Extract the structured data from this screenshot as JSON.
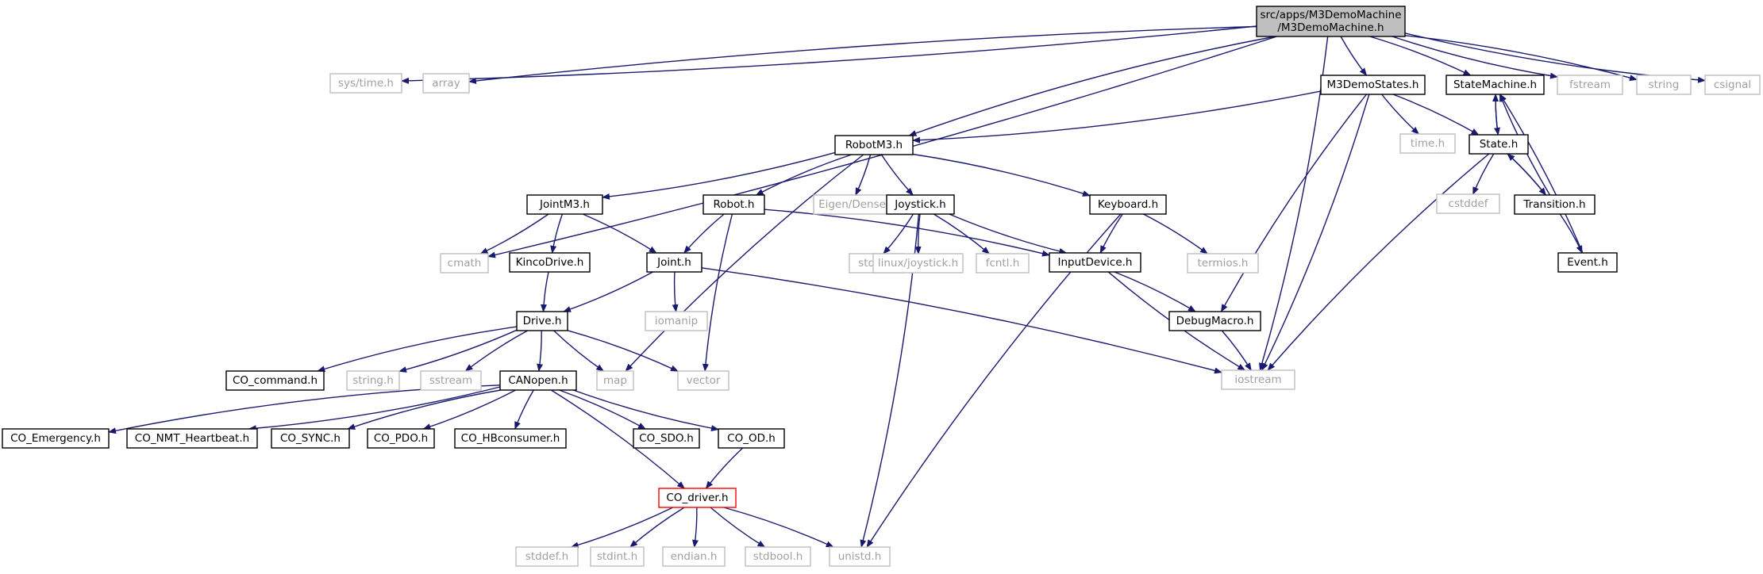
{
  "colors": {
    "edge": "#191970",
    "border_normal": "#000000",
    "border_external": "#bfbfbf",
    "border_truncated": "#ff0000",
    "root_fill": "#bfbfbf",
    "label_normal": "#000000",
    "label_external": "#a0a0a0"
  },
  "nodes": [
    {
      "id": "root",
      "label_lines": [
        "src/apps/M3DemoMachine",
        "/M3DemoMachine.h"
      ],
      "kind": "root"
    },
    {
      "id": "sys_time_h",
      "label_lines": [
        "sys/time.h"
      ],
      "kind": "external"
    },
    {
      "id": "array",
      "label_lines": [
        "array"
      ],
      "kind": "external"
    },
    {
      "id": "cmath",
      "label_lines": [
        "cmath"
      ],
      "kind": "external"
    },
    {
      "id": "RobotM3_h",
      "label_lines": [
        "RobotM3.h"
      ],
      "kind": "internal"
    },
    {
      "id": "iostream",
      "label_lines": [
        "iostream"
      ],
      "kind": "external"
    },
    {
      "id": "M3DemoStates_h",
      "label_lines": [
        "M3DemoStates.h"
      ],
      "kind": "internal"
    },
    {
      "id": "StateMachine_h",
      "label_lines": [
        "StateMachine.h"
      ],
      "kind": "internal"
    },
    {
      "id": "fstream",
      "label_lines": [
        "fstream"
      ],
      "kind": "external"
    },
    {
      "id": "string",
      "label_lines": [
        "string"
      ],
      "kind": "external"
    },
    {
      "id": "csignal",
      "label_lines": [
        "csignal"
      ],
      "kind": "external"
    },
    {
      "id": "time_h",
      "label_lines": [
        "time.h"
      ],
      "kind": "external"
    },
    {
      "id": "State_h",
      "label_lines": [
        "State.h"
      ],
      "kind": "internal"
    },
    {
      "id": "cstddef",
      "label_lines": [
        "cstddef"
      ],
      "kind": "external"
    },
    {
      "id": "Transition_h",
      "label_lines": [
        "Transition.h"
      ],
      "kind": "internal"
    },
    {
      "id": "Event_h",
      "label_lines": [
        "Event.h"
      ],
      "kind": "internal"
    },
    {
      "id": "JointM3_h",
      "label_lines": [
        "JointM3.h"
      ],
      "kind": "internal"
    },
    {
      "id": "Robot_h",
      "label_lines": [
        "Robot.h"
      ],
      "kind": "internal"
    },
    {
      "id": "Eigen_Dense",
      "label_lines": [
        "Eigen/Dense"
      ],
      "kind": "external"
    },
    {
      "id": "Joystick_h",
      "label_lines": [
        "Joystick.h"
      ],
      "kind": "internal"
    },
    {
      "id": "Keyboard_h",
      "label_lines": [
        "Keyboard.h"
      ],
      "kind": "internal"
    },
    {
      "id": "KincoDrive_h",
      "label_lines": [
        "KincoDrive.h"
      ],
      "kind": "internal"
    },
    {
      "id": "Joint_h",
      "label_lines": [
        "Joint.h"
      ],
      "kind": "internal"
    },
    {
      "id": "stdio_h",
      "label_lines": [
        "stdio.h"
      ],
      "kind": "external"
    },
    {
      "id": "linux_joystick_h",
      "label_lines": [
        "linux/joystick.h"
      ],
      "kind": "external"
    },
    {
      "id": "fcntl_h",
      "label_lines": [
        "fcntl.h"
      ],
      "kind": "external"
    },
    {
      "id": "InputDevice_h",
      "label_lines": [
        "InputDevice.h"
      ],
      "kind": "internal"
    },
    {
      "id": "termios_h",
      "label_lines": [
        "termios.h"
      ],
      "kind": "external"
    },
    {
      "id": "Drive_h",
      "label_lines": [
        "Drive.h"
      ],
      "kind": "internal"
    },
    {
      "id": "iomanip",
      "label_lines": [
        "iomanip"
      ],
      "kind": "external"
    },
    {
      "id": "DebugMacro_h",
      "label_lines": [
        "DebugMacro.h"
      ],
      "kind": "internal"
    },
    {
      "id": "CO_command_h",
      "label_lines": [
        "CO_command.h"
      ],
      "kind": "internal"
    },
    {
      "id": "string_h",
      "label_lines": [
        "string.h"
      ],
      "kind": "external"
    },
    {
      "id": "sstream",
      "label_lines": [
        "sstream"
      ],
      "kind": "external"
    },
    {
      "id": "CANopen_h",
      "label_lines": [
        "CANopen.h"
      ],
      "kind": "internal"
    },
    {
      "id": "map",
      "label_lines": [
        "map"
      ],
      "kind": "external"
    },
    {
      "id": "vector",
      "label_lines": [
        "vector"
      ],
      "kind": "external"
    },
    {
      "id": "CO_Emergency_h",
      "label_lines": [
        "CO_Emergency.h"
      ],
      "kind": "internal"
    },
    {
      "id": "CO_NMT_Heartbeat_h",
      "label_lines": [
        "CO_NMT_Heartbeat.h"
      ],
      "kind": "internal"
    },
    {
      "id": "CO_SYNC_h",
      "label_lines": [
        "CO_SYNC.h"
      ],
      "kind": "internal"
    },
    {
      "id": "CO_PDO_h",
      "label_lines": [
        "CO_PDO.h"
      ],
      "kind": "internal"
    },
    {
      "id": "CO_HBconsumer_h",
      "label_lines": [
        "CO_HBconsumer.h"
      ],
      "kind": "internal"
    },
    {
      "id": "CO_SDO_h",
      "label_lines": [
        "CO_SDO.h"
      ],
      "kind": "internal"
    },
    {
      "id": "CO_OD_h",
      "label_lines": [
        "CO_OD.h"
      ],
      "kind": "internal"
    },
    {
      "id": "CO_driver_h",
      "label_lines": [
        "CO_driver.h"
      ],
      "kind": "truncated"
    },
    {
      "id": "stddef_h",
      "label_lines": [
        "stddef.h"
      ],
      "kind": "external"
    },
    {
      "id": "stdint_h",
      "label_lines": [
        "stdint.h"
      ],
      "kind": "external"
    },
    {
      "id": "endian_h",
      "label_lines": [
        "endian.h"
      ],
      "kind": "external"
    },
    {
      "id": "stdbool_h",
      "label_lines": [
        "stdbool.h"
      ],
      "kind": "external"
    },
    {
      "id": "unistd_h",
      "label_lines": [
        "unistd.h"
      ],
      "kind": "external"
    }
  ],
  "edges": [
    [
      "root",
      "sys_time_h"
    ],
    [
      "root",
      "array"
    ],
    [
      "root",
      "cmath"
    ],
    [
      "root",
      "RobotM3_h"
    ],
    [
      "root",
      "iostream"
    ],
    [
      "root",
      "M3DemoStates_h"
    ],
    [
      "root",
      "StateMachine_h"
    ],
    [
      "root",
      "fstream"
    ],
    [
      "root",
      "string"
    ],
    [
      "root",
      "csignal"
    ],
    [
      "M3DemoStates_h",
      "RobotM3_h"
    ],
    [
      "M3DemoStates_h",
      "time_h"
    ],
    [
      "M3DemoStates_h",
      "State_h"
    ],
    [
      "M3DemoStates_h",
      "DebugMacro_h"
    ],
    [
      "M3DemoStates_h",
      "iostream"
    ],
    [
      "StateMachine_h",
      "State_h"
    ],
    [
      "State_h",
      "StateMachine_h"
    ],
    [
      "State_h",
      "cstddef"
    ],
    [
      "State_h",
      "Transition_h"
    ],
    [
      "State_h",
      "iostream"
    ],
    [
      "Transition_h",
      "StateMachine_h"
    ],
    [
      "Transition_h",
      "State_h"
    ],
    [
      "Transition_h",
      "Event_h"
    ],
    [
      "Event_h",
      "StateMachine_h"
    ],
    [
      "RobotM3_h",
      "JointM3_h"
    ],
    [
      "RobotM3_h",
      "Robot_h"
    ],
    [
      "RobotM3_h",
      "Eigen_Dense"
    ],
    [
      "RobotM3_h",
      "Joystick_h"
    ],
    [
      "RobotM3_h",
      "Keyboard_h"
    ],
    [
      "RobotM3_h",
      "map"
    ],
    [
      "JointM3_h",
      "cmath"
    ],
    [
      "JointM3_h",
      "KincoDrive_h"
    ],
    [
      "JointM3_h",
      "Joint_h"
    ],
    [
      "Robot_h",
      "Joint_h"
    ],
    [
      "Robot_h",
      "InputDevice_h"
    ],
    [
      "Robot_h",
      "vector"
    ],
    [
      "Joystick_h",
      "stdio_h"
    ],
    [
      "Joystick_h",
      "linux_joystick_h"
    ],
    [
      "Joystick_h",
      "fcntl_h"
    ],
    [
      "Joystick_h",
      "InputDevice_h"
    ],
    [
      "Joystick_h",
      "unistd_h"
    ],
    [
      "Keyboard_h",
      "InputDevice_h"
    ],
    [
      "Keyboard_h",
      "termios_h"
    ],
    [
      "Keyboard_h",
      "unistd_h"
    ],
    [
      "InputDevice_h",
      "DebugMacro_h"
    ],
    [
      "InputDevice_h",
      "iostream"
    ],
    [
      "DebugMacro_h",
      "iostream"
    ],
    [
      "KincoDrive_h",
      "Drive_h"
    ],
    [
      "Joint_h",
      "Drive_h"
    ],
    [
      "Joint_h",
      "iomanip"
    ],
    [
      "Joint_h",
      "iostream"
    ],
    [
      "Drive_h",
      "CO_command_h"
    ],
    [
      "Drive_h",
      "string_h"
    ],
    [
      "Drive_h",
      "sstream"
    ],
    [
      "Drive_h",
      "CANopen_h"
    ],
    [
      "Drive_h",
      "map"
    ],
    [
      "Drive_h",
      "vector"
    ],
    [
      "CANopen_h",
      "CO_Emergency_h"
    ],
    [
      "CANopen_h",
      "CO_NMT_Heartbeat_h"
    ],
    [
      "CANopen_h",
      "CO_SYNC_h"
    ],
    [
      "CANopen_h",
      "CO_PDO_h"
    ],
    [
      "CANopen_h",
      "CO_HBconsumer_h"
    ],
    [
      "CANopen_h",
      "CO_SDO_h"
    ],
    [
      "CANopen_h",
      "CO_OD_h"
    ],
    [
      "CANopen_h",
      "CO_driver_h"
    ],
    [
      "CO_OD_h",
      "CO_driver_h"
    ],
    [
      "CO_driver_h",
      "stddef_h"
    ],
    [
      "CO_driver_h",
      "stdint_h"
    ],
    [
      "CO_driver_h",
      "endian_h"
    ],
    [
      "CO_driver_h",
      "stdbool_h"
    ],
    [
      "CO_driver_h",
      "unistd_h"
    ]
  ]
}
